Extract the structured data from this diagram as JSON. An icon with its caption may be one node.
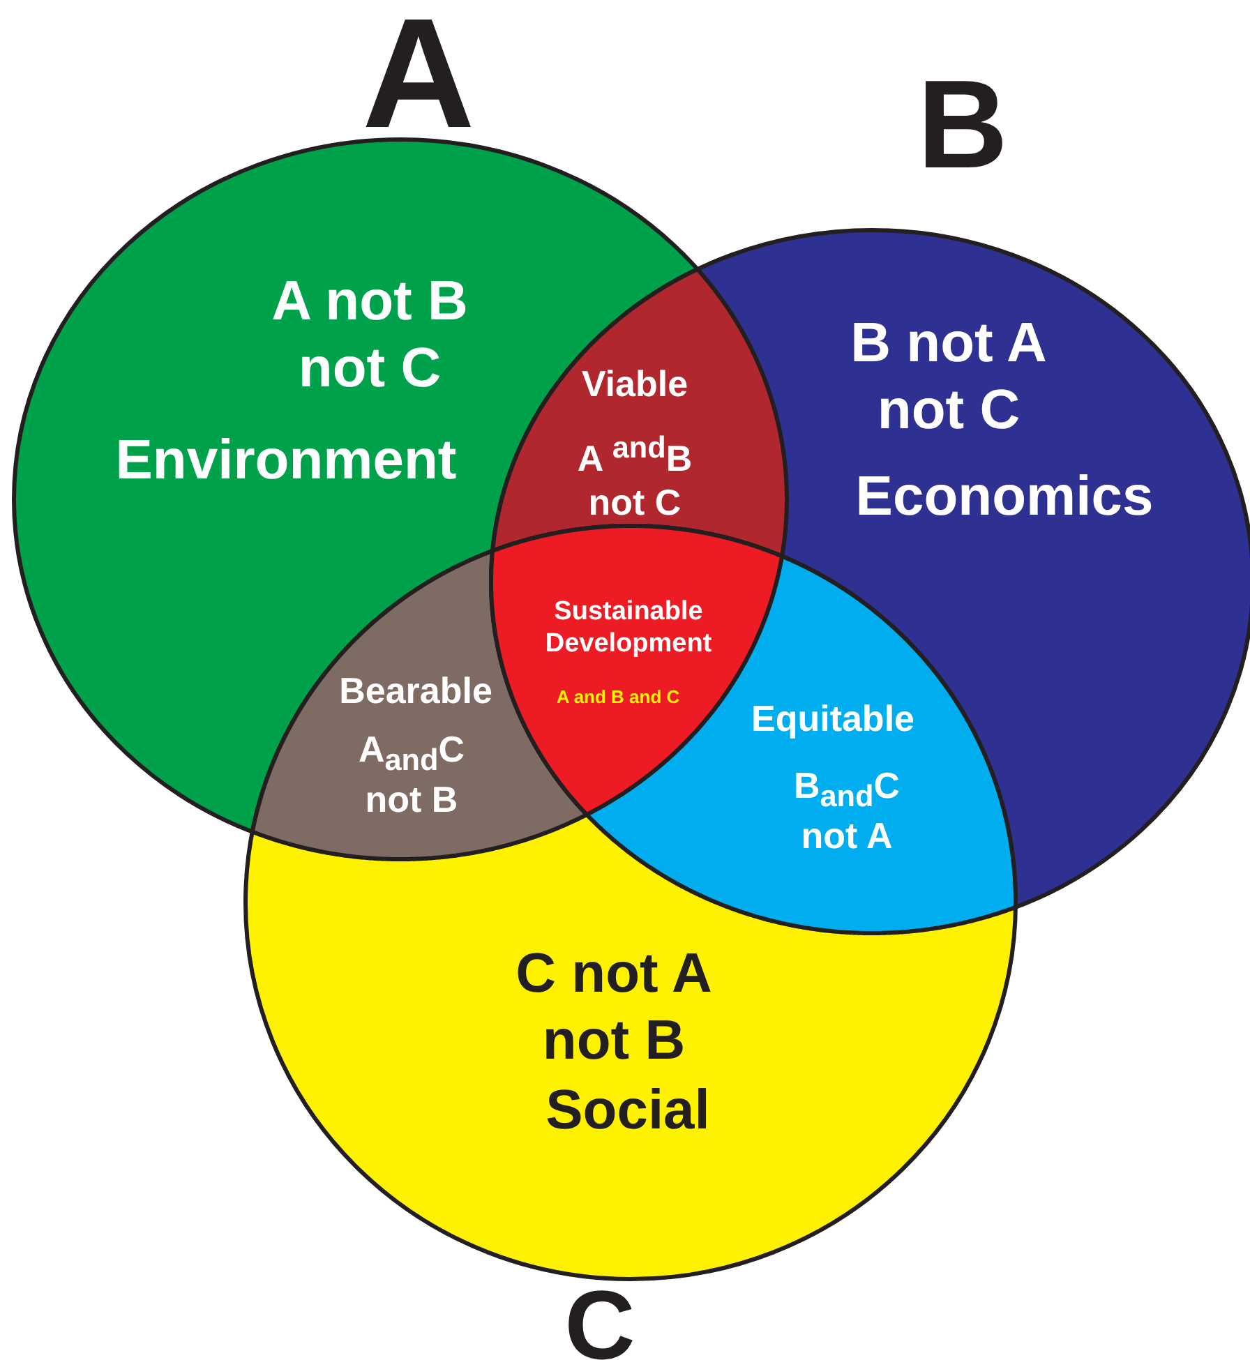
{
  "diagram": {
    "nodes": [
      {
        "text": [
          "A",
          "A not B not C",
          "Environment"
        ]
      },
      {
        "text": [
          "B",
          "B not A not C",
          "Economics"
        ]
      },
      {
        "text": [
          "C not A not B",
          "Social",
          "C"
        ]
      },
      {
        "text": [
          "Viable",
          "A $^{and}$B not C"
        ]
      },
      {
        "text": [
          "Sustainable Development",
          "A and B and C"
        ]
      },
      {
        "text": [
          "Bearable",
          "A$_{and}$C not B"
        ]
      },
      {
        "text": [
          "Equitable",
          "B$_{and}$C not A"
        ]
      }
    ],
    "edges": []
  }
}
